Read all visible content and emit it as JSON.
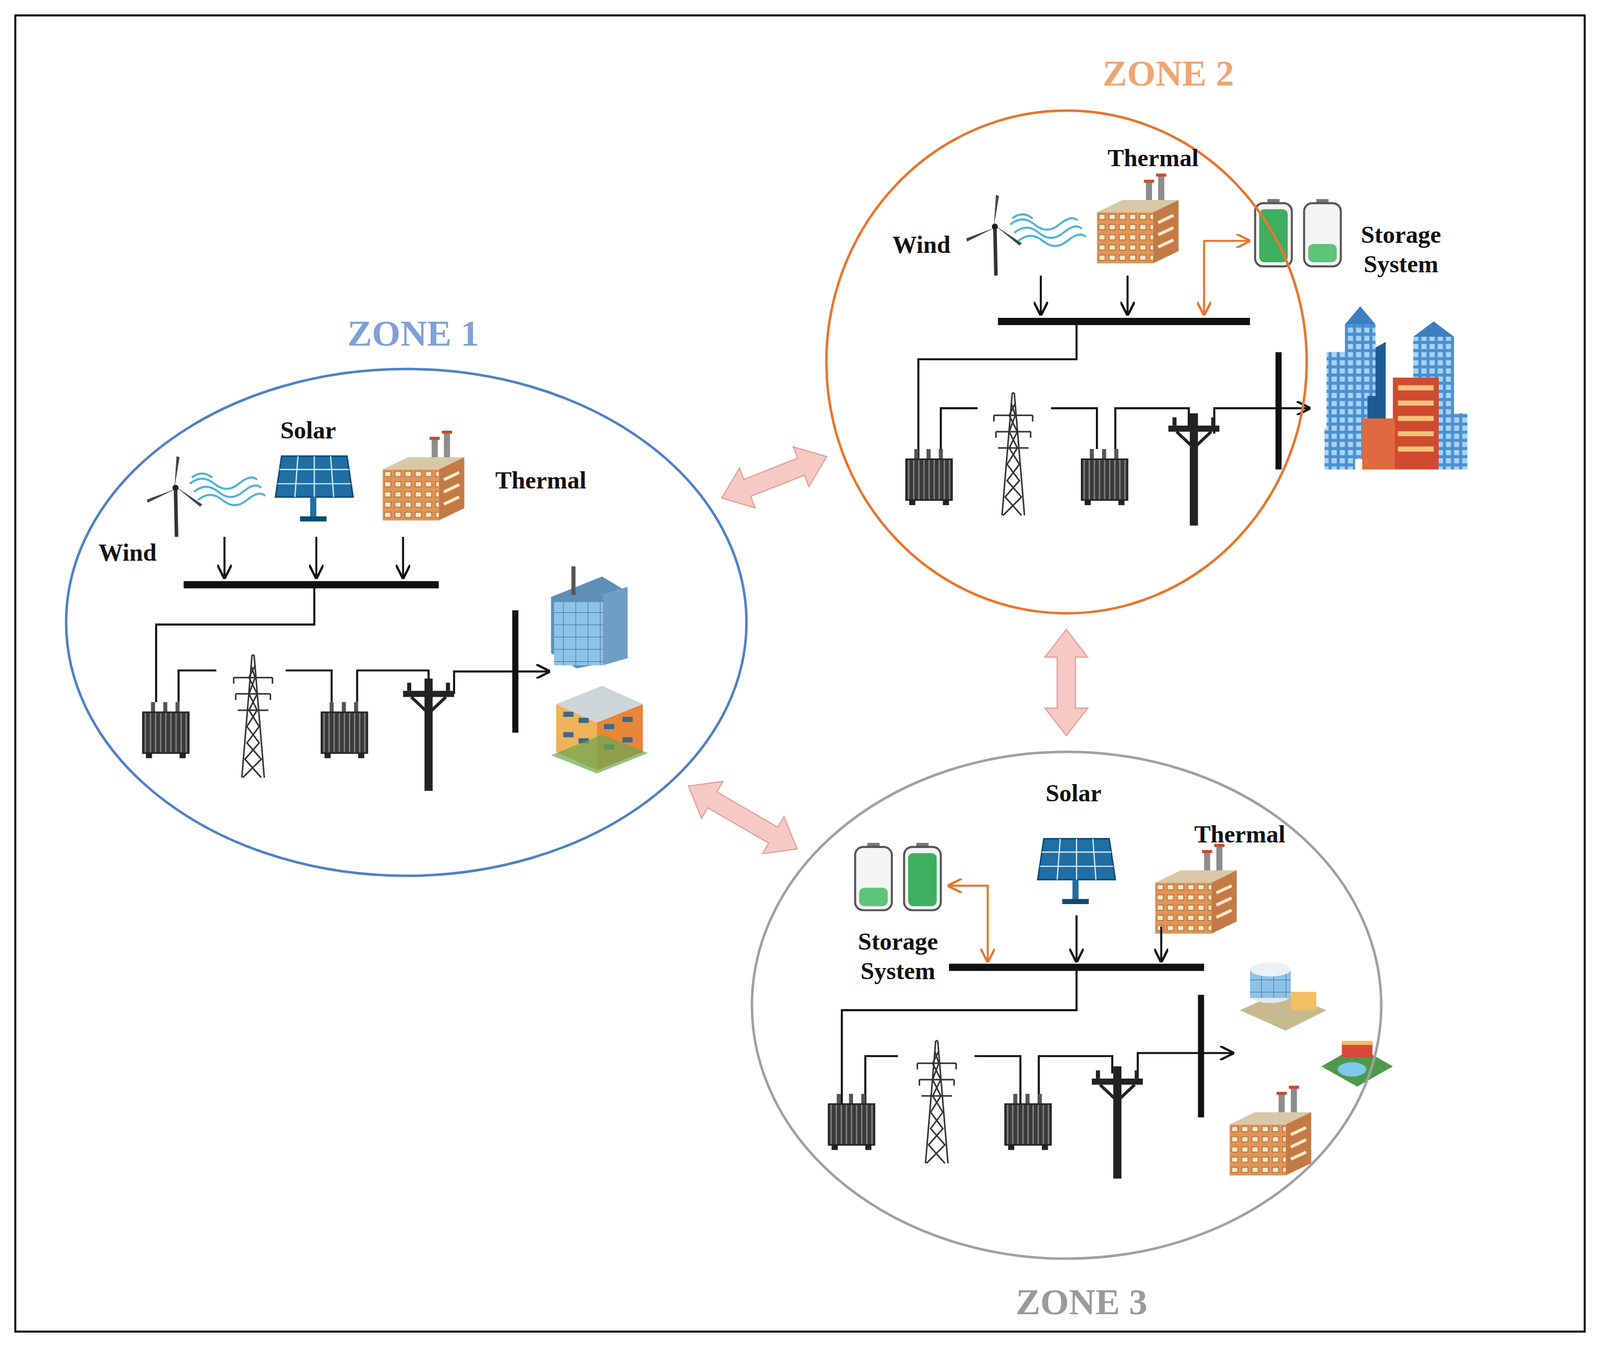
{
  "diagram": {
    "nodes": [
      {
        "text": [
          "ZONE 1"
        ]
      },
      {
        "text": [
          "ZONE 2"
        ]
      },
      {
        "text": [
          "ZONE 3"
        ]
      }
    ],
    "edges": [
      {
        "from": 0,
        "to": 1,
        "arrow": "both"
      },
      {
        "from": 1,
        "to": 2,
        "arrow": "both"
      },
      {
        "from": 0,
        "to": 2,
        "arrow": "both"
      }
    ],
    "labels": [
      "Solar",
      "Wind",
      "Thermal",
      "Thermal",
      "Wind",
      "Storage System",
      "Solar",
      "Thermal",
      "Storage System"
    ]
  }
}
